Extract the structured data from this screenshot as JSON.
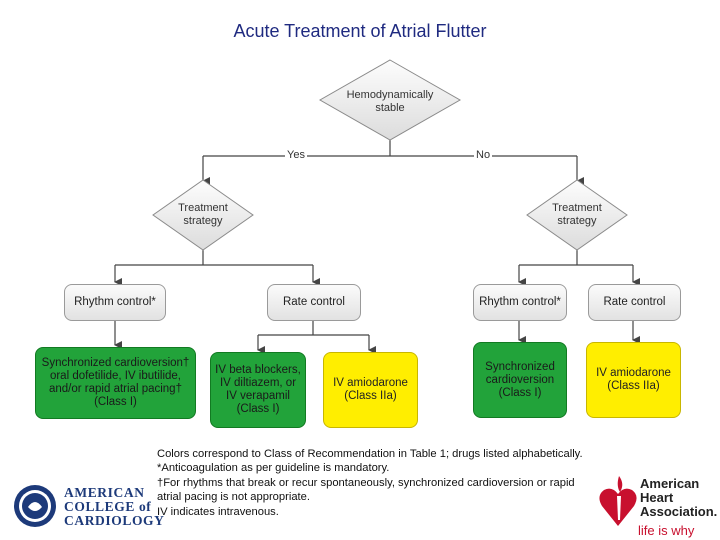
{
  "title": "Acute Treatment of Atrial Flutter",
  "nodes": {
    "root": "Hemodynamically\nstable",
    "edge_yes": "Yes",
    "edge_no": "No",
    "left_strategy": "Treatment\nstrategy",
    "right_strategy": "Treatment\nstrategy",
    "left_rhythm": "Rhythm control*",
    "left_rate": "Rate control",
    "right_rhythm": "Rhythm control*",
    "right_rate": "Rate control",
    "left_rhythm_rx": "Synchronized cardioversion†\noral dofetilide, IV ibutilide,\nand/or rapid atrial pacing†\n(Class I)",
    "left_rate_rx1": "IV beta blockers,\nIV diltiazem, or\nIV verapamil\n(Class I)",
    "left_rate_rx2": "IV amiodarone\n(Class IIa)",
    "right_rhythm_rx": "Synchronized\ncardioversion\n(Class I)",
    "right_rate_rx": "IV amiodarone\n(Class IIa)"
  },
  "notes": [
    "Colors correspond to Class of Recommendation in Table 1; drugs listed alphabetically.",
    "*Anticoagulation as per guideline is mandatory.",
    "†For rhythms that break or recur spontaneously, synchronized cardioversion or rapid",
    "atrial pacing is not appropriate.",
    "IV indicates intravenous."
  ],
  "logos": {
    "acc": [
      "AMERICAN",
      "COLLEGE of",
      "CARDIOLOGY"
    ],
    "aha": [
      "American",
      "Heart",
      "Association."
    ],
    "aha_tagline": "life is why"
  },
  "colors": {
    "class_I": "#22a33a",
    "class_IIa": "#ffee00",
    "title": "#1f2a80"
  }
}
